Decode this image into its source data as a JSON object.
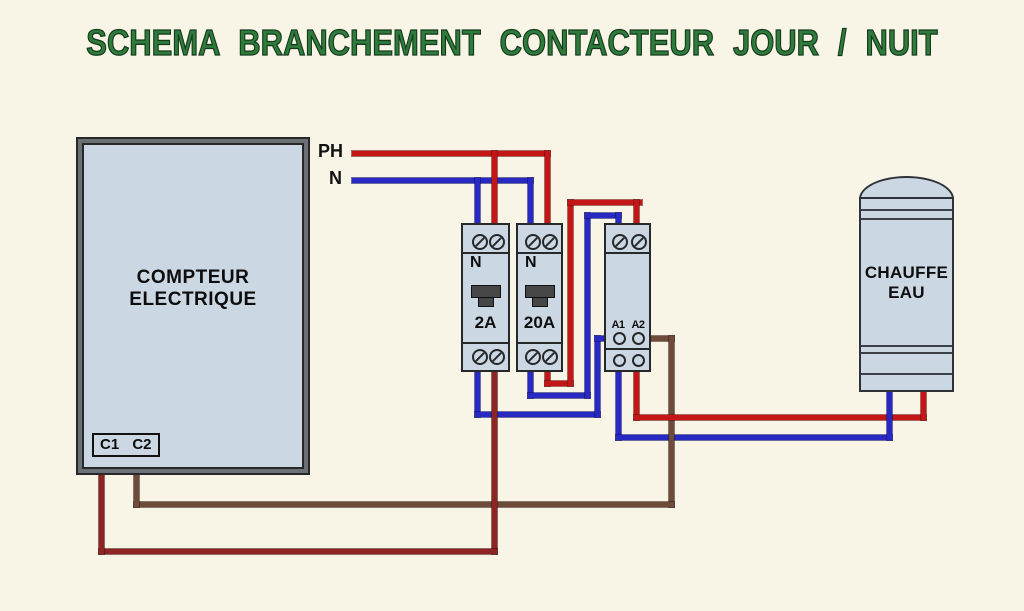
{
  "title": "SCHEMA BRANCHEMENT CONTACTEUR JOUR / NUIT",
  "supply": {
    "phase_label": "PH",
    "neutral_label": "N"
  },
  "meter": {
    "label_line1": "COMPTEUR",
    "label_line2": "ELECTRIQUE",
    "terminal_label": "C1 C2"
  },
  "breakers": {
    "control": {
      "neutral_label": "N",
      "rating": "2A"
    },
    "power": {
      "neutral_label": "N",
      "rating": "20A"
    }
  },
  "contactor": {
    "coil_terminal_1": "A1",
    "coil_terminal_2": "A2"
  },
  "water_heater": {
    "label_line1": "CHAUFFE",
    "label_line2": "EAU"
  },
  "colors": {
    "background": "#f8f5e6",
    "title_green": "#2e7b3c",
    "phase_wire_red": "#c31717",
    "neutral_wire_blue": "#2828c3",
    "meter_c1_wire_dark_red": "#8e2424",
    "meter_c2_wire_brown": "#6f4c3a",
    "module_fill": "#cbd8e3",
    "module_border": "#26282a"
  }
}
